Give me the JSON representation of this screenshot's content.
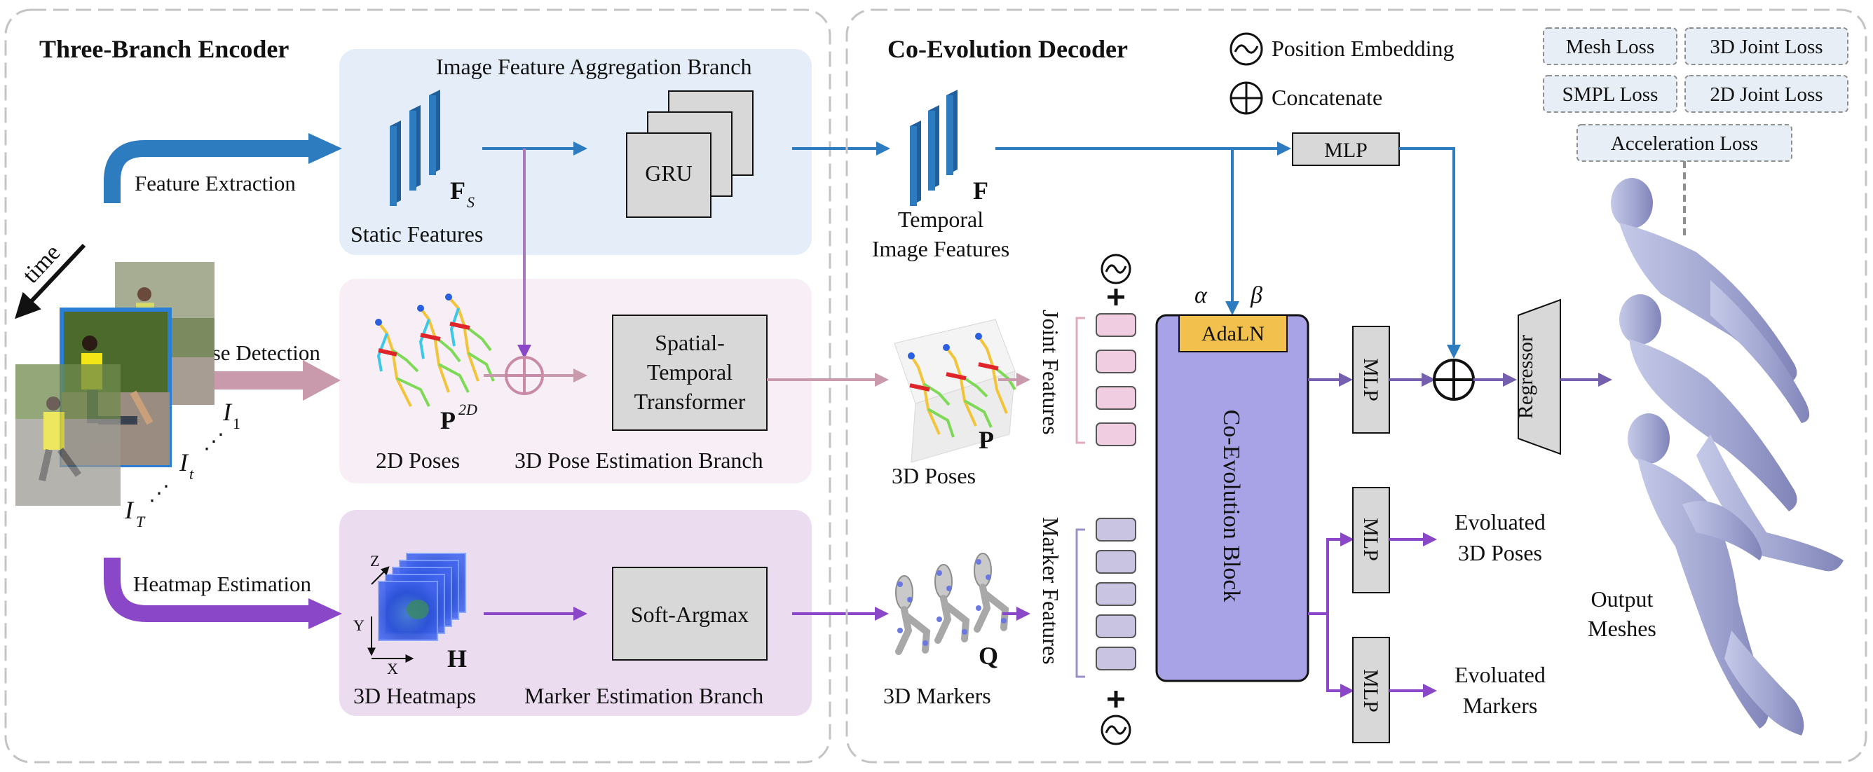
{
  "encoder": {
    "title": "Three-Branch Encoder",
    "feature_extraction": "Feature Extraction",
    "time": "time",
    "pose_detection": "Pose Detection",
    "heatmap_estimation": "Heatmap Estimation",
    "frame_1": "I",
    "frame_1_sub": "1",
    "frame_t": "I",
    "frame_t_sub": "t",
    "frame_T": "I",
    "frame_T_sub": "T",
    "image_branch": {
      "title": "Image Feature Aggregation Branch",
      "static_symbol": "F",
      "static_sub": "S",
      "static_label": "Static Features",
      "gru": "GRU"
    },
    "pose_branch": {
      "title": "3D Pose Estimation Branch",
      "symbol": "P",
      "symbol_sup": "2D",
      "poses_label": "2D Poses",
      "transformer_1": "Spatial-",
      "transformer_2": "Temporal",
      "transformer_3": "Transformer"
    },
    "marker_branch": {
      "title": "Marker Estimation Branch",
      "heatmaps_label": "3D Heatmaps",
      "symbol": "H",
      "axis_x": "X",
      "axis_y": "Y",
      "axis_z": "Z",
      "softargmax": "Soft-Argmax"
    }
  },
  "decoder": {
    "title": "Co-Evolution Decoder",
    "position_embedding": "Position Embedding",
    "concatenate": "Concatenate",
    "temporal_symbol": "F",
    "temporal_1": "Temporal",
    "temporal_2": "Image Features",
    "poses_symbol": "P",
    "poses_label": "3D Poses",
    "markers_symbol": "Q",
    "markers_label": "3D Markers",
    "joint_features": "Joint Features",
    "marker_features": "Marker Features",
    "alpha": "α",
    "beta": "β",
    "adaln": "AdaLN",
    "block": "Co-Evolution Block",
    "mlp": "MLP",
    "regressor": "Regressor",
    "evo_poses_1": "Evoluated",
    "evo_poses_2": "3D Poses",
    "evo_markers_1": "Evoluated",
    "evo_markers_2": "Markers",
    "output_1": "Output",
    "output_2": "Meshes",
    "losses": [
      "Mesh Loss",
      "3D Joint Loss",
      "SMPL Loss",
      "2D Joint Loss",
      "Acceleration Loss"
    ]
  },
  "colors": {
    "blue": "#2e7cc0",
    "pink_arrow": "#c99aac",
    "purple": "#8a48c8",
    "purple_dark": "#7560b0",
    "block_fill": "#a8a3e6",
    "adaln_fill": "#f2c14d",
    "image_panel": "#e4edf8",
    "pose_panel": "#f7eff5",
    "marker_panel": "#ebdcf0"
  }
}
